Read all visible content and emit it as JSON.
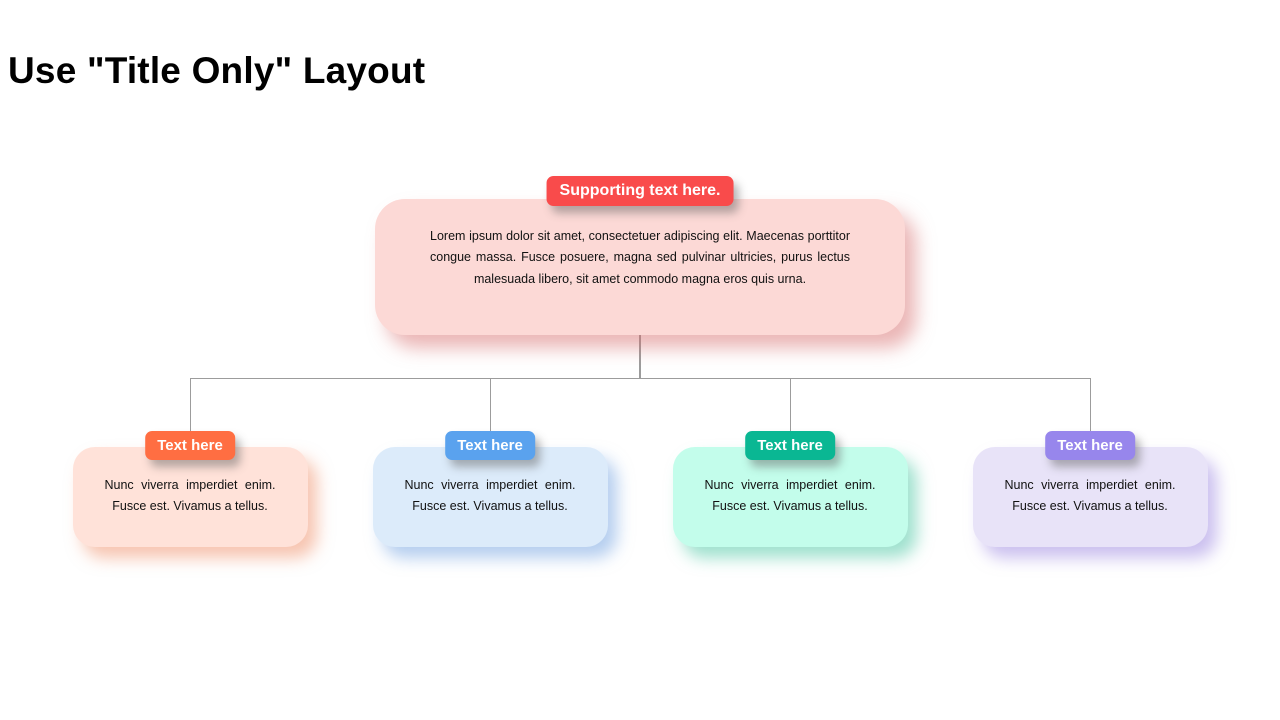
{
  "title": "Use \"Title Only\" Layout",
  "colors": {
    "connector": "#9c9c9c"
  },
  "root": {
    "badge": "Supporting text here.",
    "body": "Lorem ipsum dolor sit amet, consectetuer adipiscing elit. Maecenas porttitor congue massa. Fusce posuere, magna sed pulvinar ultricies, purus lectus malesuada libero, sit amet commodo magna eros quis urna.",
    "badge_color": "#f94b4b",
    "card_color": "#fcd9d6"
  },
  "children": [
    {
      "badge": "Text here",
      "body": "Nunc viverra imperdiet enim. Fusce est. Vivamus a tellus.",
      "badge_color": "#ff6e42",
      "card_color": "#ffe2d9"
    },
    {
      "badge": "Text here",
      "body": "Nunc viverra imperdiet enim. Fusce est. Vivamus a tellus.",
      "badge_color": "#5aa2ee",
      "card_color": "#dcebfa"
    },
    {
      "badge": "Text here",
      "body": "Nunc viverra imperdiet enim. Fusce est. Vivamus a tellus.",
      "badge_color": "#0ab793",
      "card_color": "#c3fdeb"
    },
    {
      "badge": "Text here",
      "body": "Nunc viverra imperdiet enim. Fusce est. Vivamus a tellus.",
      "badge_color": "#9786ec",
      "card_color": "#e8e3f8"
    }
  ]
}
